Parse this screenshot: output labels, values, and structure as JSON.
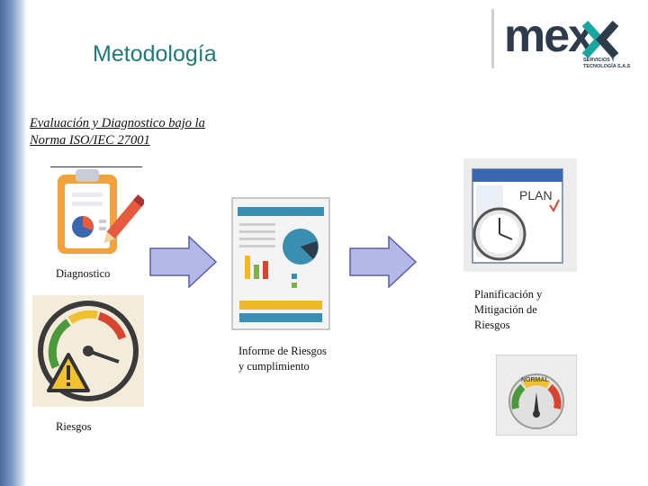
{
  "slide": {
    "title": "Metodología",
    "subtitle": "Evaluación y Diagnostico bajo la Norma ISO/IEC 27001",
    "logo": {
      "brand": "mex",
      "tagline_line1": "SERVICIOS Y",
      "tagline_line2": "TECNOLOGÍA S.A.S"
    },
    "steps": {
      "diagnostico": "Diagnostico",
      "riesgos": "Riesgos",
      "informe": "Informe de Riesgos y cumplimiento",
      "planificacion": "Planificación y Mitigación de Riesgos"
    },
    "icons": {
      "plan_text": "PLAN",
      "normal_text": "NORMAL"
    }
  },
  "colors": {
    "title": "#1f7a7a",
    "arrow_fill": "#b4b8e6",
    "arrow_stroke": "#5a5fa8",
    "left_bar": "#4a6a9c"
  }
}
